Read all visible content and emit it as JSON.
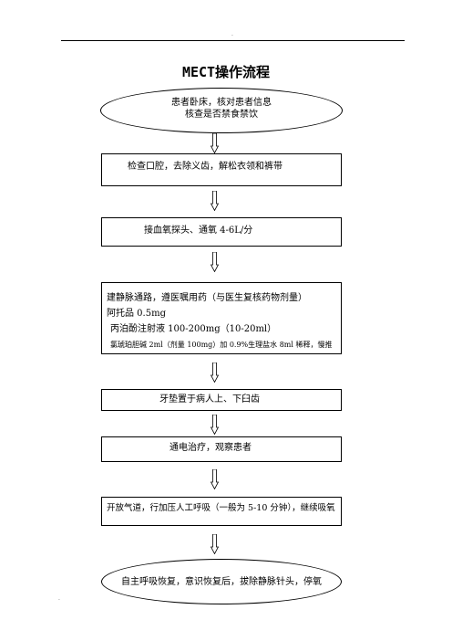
{
  "header": {
    "dot": "."
  },
  "footer": {
    "dot": "."
  },
  "title": "MECT操作流程",
  "steps": [
    {
      "lines": [
        "患者卧床，核对患者信息",
        "核查是否禁食禁饮"
      ]
    },
    {
      "lines": [
        "检查口腔，去除义齿，解松衣领和裤带"
      ]
    },
    {
      "lines": [
        "接血氧探头、通氧 4-6L/分"
      ]
    },
    {
      "lines": [
        "建静脉通路，遵医嘱用药（与医生复核药物剂量）",
        "阿托品 0.5mg",
        "丙泊酚注射液 100-200mg（10-20ml）",
        "氯琥珀胆碱 2ml（剂量 100mg）加 0.9%生理盐水 8ml 稀释，慢推"
      ]
    },
    {
      "lines": [
        "牙垫置于病人上、下臼齿"
      ]
    },
    {
      "lines": [
        "通电治疗，观察患者"
      ]
    },
    {
      "lines": [
        "开放气道，行加压人工呼吸（一般为 5-10 分钟），继续吸氧"
      ]
    },
    {
      "lines": [
        "自主呼吸恢复，意识恢复后，拔除静脉针头，停氧"
      ]
    }
  ]
}
